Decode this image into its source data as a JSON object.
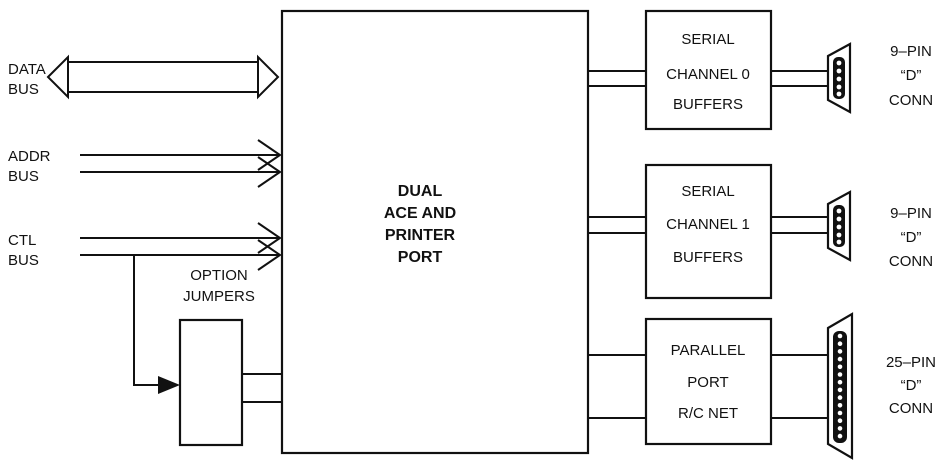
{
  "buses": {
    "data": [
      "DATA",
      "BUS"
    ],
    "addr": [
      "ADDR",
      "BUS"
    ],
    "ctl": [
      "CTL",
      "BUS"
    ]
  },
  "option_jumpers": [
    "OPTION",
    "JUMPERS"
  ],
  "main_block": [
    "DUAL",
    "ACE AND",
    "PRINTER",
    "PORT"
  ],
  "serial0": [
    "SERIAL",
    "CHANNEL 0",
    "BUFFERS"
  ],
  "serial1": [
    "SERIAL",
    "CHANNEL 1",
    "BUFFERS"
  ],
  "parallel": [
    "PARALLEL",
    "PORT",
    "R/C NET"
  ],
  "conn9_a": [
    "9–PIN",
    "“D”",
    "CONN"
  ],
  "conn9_b": [
    "9–PIN",
    "“D”",
    "CONN"
  ],
  "conn25": [
    "25–PIN",
    "“D”",
    "CONN"
  ]
}
